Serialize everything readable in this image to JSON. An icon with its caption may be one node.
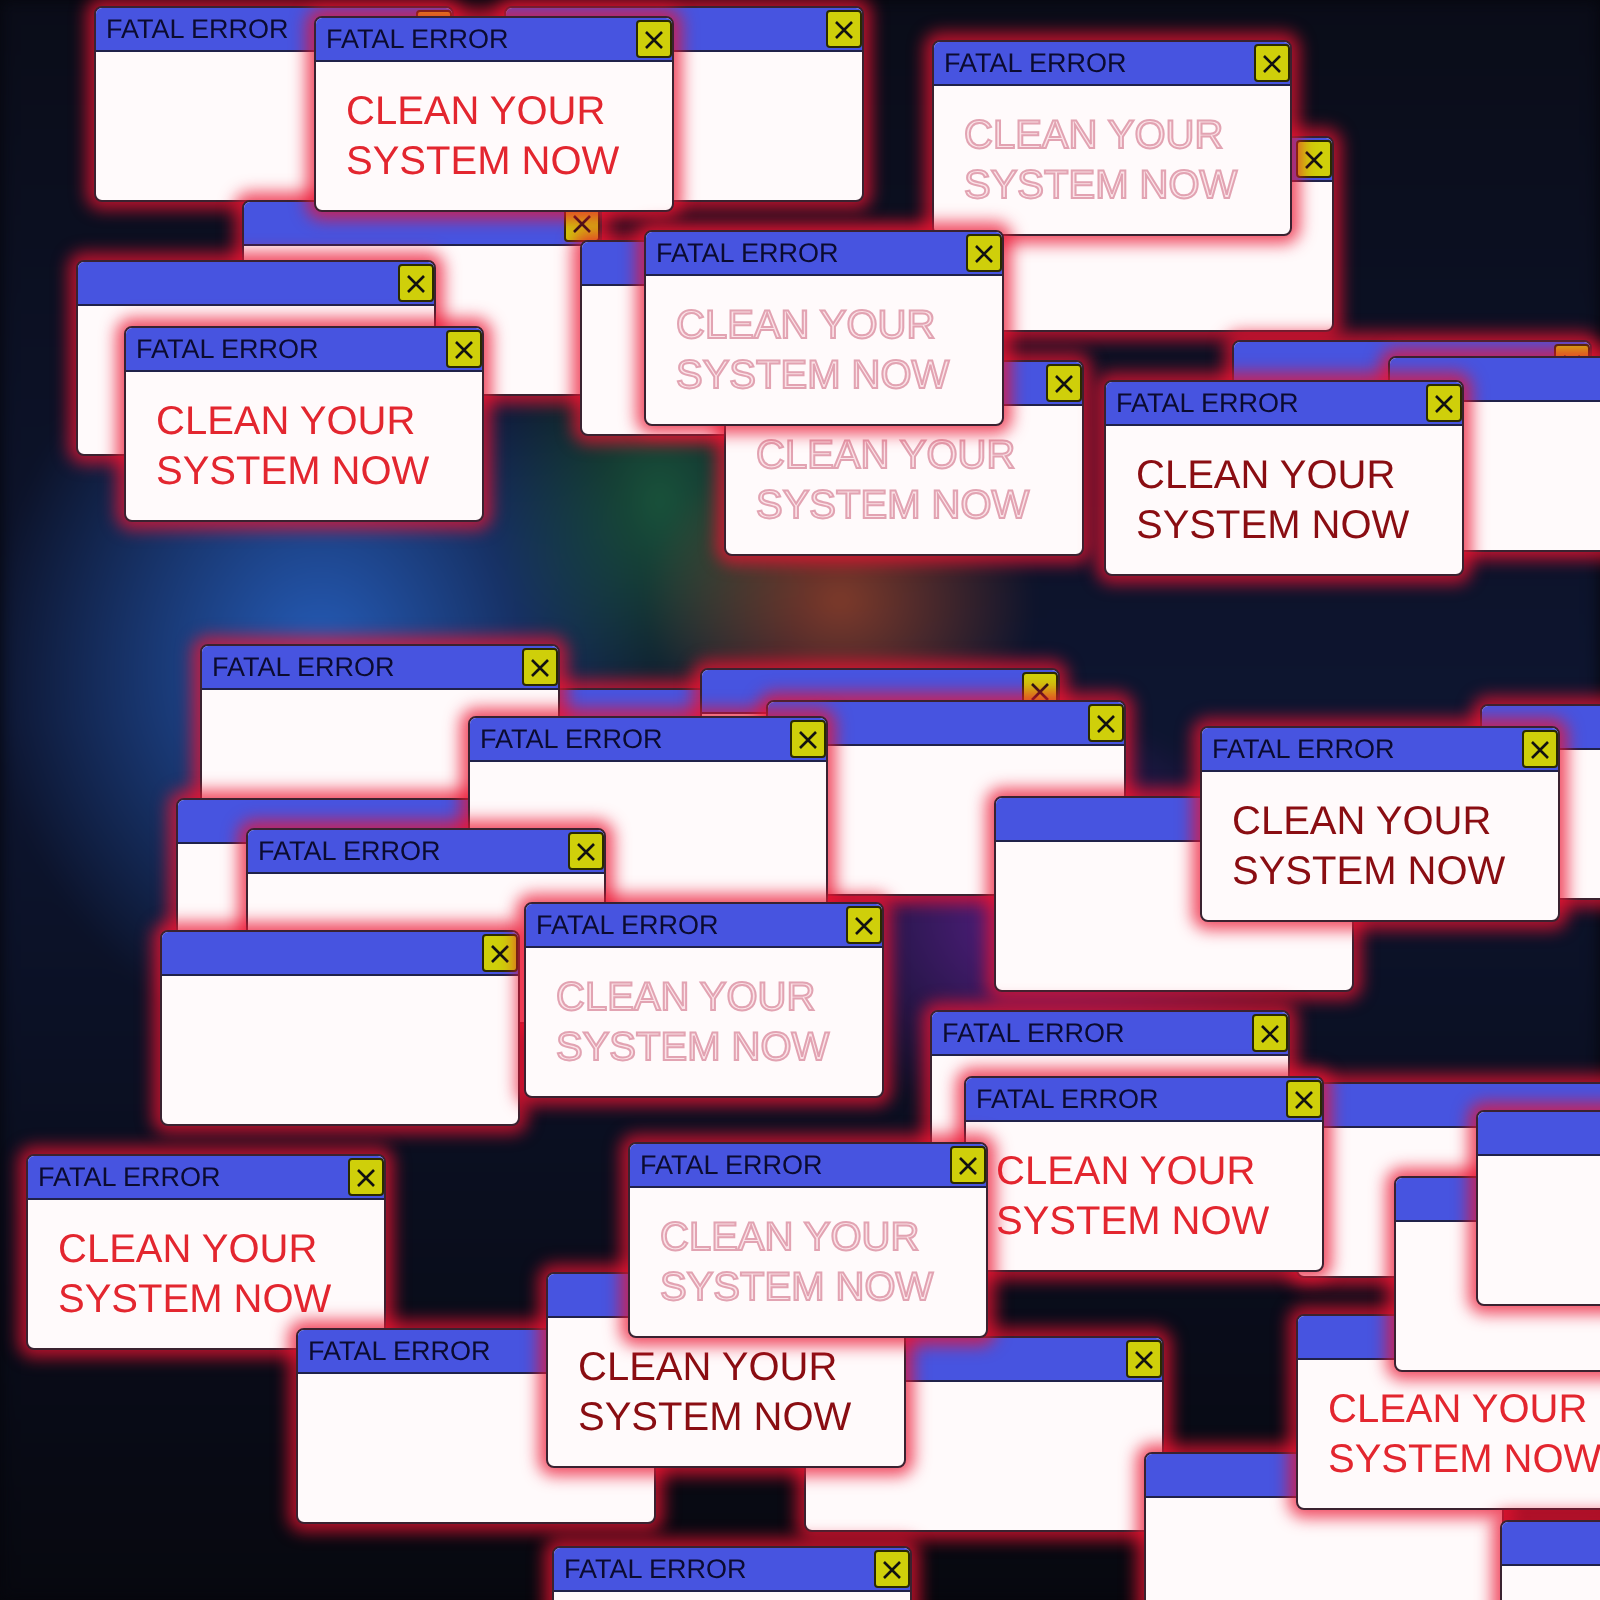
{
  "diagram": {
    "nodes": [
      {
        "text": [
          "FATAL ERROR"
        ]
      },
      {
        "text": [],
        "shape": "box"
      },
      {
        "text": [],
        "shape": "box"
      },
      {
        "text": [],
        "shape": "box"
      },
      {
        "text": [],
        "shape": "box"
      },
      {
        "text": [],
        "shape": "box"
      },
      {
        "text": [
          "CLEAN YOUR SYSTEM NOW"
        ]
      },
      {
        "text": [],
        "shape": "box"
      },
      {
        "text": [],
        "shape": "box"
      },
      {
        "text": [
          "FATAL ERROR",
          "CLEAN YOUR SYSTEM NOW"
        ]
      },
      {
        "text": [
          "FATAL ERROR",
          "CLEAN YOUR SYSTEM NOW"
        ]
      },
      {
        "text": [
          "FATAL ERROR",
          "CLEAN YOUR SYSTEM NOW"
        ]
      },
      {
        "text": [
          "FATAL ERROR",
          "CLEAN YOUR SYSTEM NOW"
        ]
      },
      {
        "text": [
          "FATAL ERROR",
          "CLEAN YOUR SYSTEM NOW"
        ]
      },
      {
        "text": [],
        "shape": "box"
      },
      {
        "text": [],
        "shape": "box"
      },
      {
        "text": [],
        "shape": "box"
      },
      {
        "text": [],
        "shape": "box"
      },
      {
        "text": [],
        "shape": "box"
      },
      {
        "text": [
          "FATAL ERROR"
        ]
      },
      {
        "text": [],
        "shape": "box"
      },
      {
        "text": [
          "FATAL ERROR"
        ]
      },
      {
        "text": [
          "FATAL ERROR"
        ]
      },
      {
        "text": [],
        "shape": "box"
      },
      {
        "text": [
          "FATAL ERROR",
          "CLEAN YOUR SYSTEM NOW"
        ]
      },
      {
        "text": [
          "FATAL ERROR",
          "CLEAN YOUR SYSTEM NOW"
        ]
      },
      {
        "text": [],
        "shape": "box"
      },
      {
        "text": [
          "FATAL ERROR"
        ]
      },
      {
        "text": [
          "FATAL ERROR",
          "CLEAN YOUR SYSTEM NOW"
        ]
      },
      {
        "text": [],
        "shape": "box"
      },
      {
        "text": [],
        "shape": "box"
      },
      {
        "text": [
          "CLEAN YOUR SYSTEM NOW"
        ]
      },
      {
        "text": [],
        "shape": "box"
      },
      {
        "text": [],
        "shape": "box"
      },
      {
        "text": [
          "FATAL ERROR",
          "CLEAN YOUR SYSTEM NOW"
        ]
      },
      {
        "text": [
          "FATAL ERROR"
        ]
      },
      {
        "text": [
          "CLEAN YOUR SYSTEM NOW"
        ]
      },
      {
        "text": [
          "FATAL ERROR",
          "CLEAN YOUR SYSTEM NOW"
        ]
      },
      {
        "text": [],
        "shape": "box"
      },
      {
        "text": [
          "FATAL ERROR"
        ]
      }
    ]
  }
}
